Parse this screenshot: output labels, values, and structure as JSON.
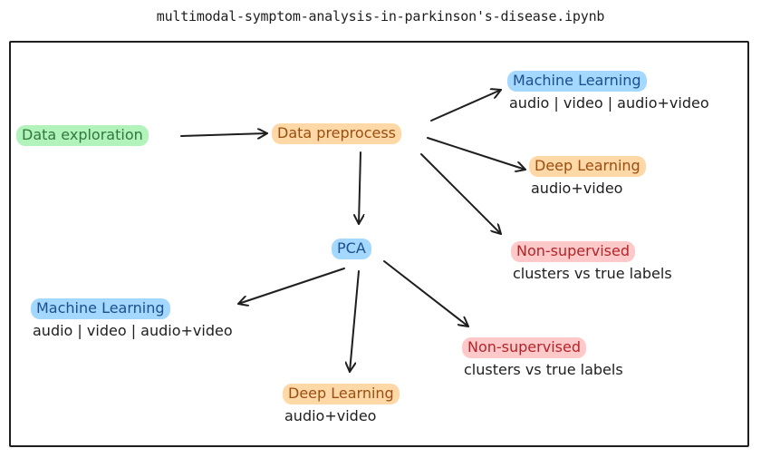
{
  "title": "multimodal-symptom-analysis-in-parkinson's-disease.ipynb",
  "nodes": {
    "data_exploration": {
      "label": "Data exploration"
    },
    "data_preprocess": {
      "label": "Data preprocess"
    },
    "pca": {
      "label": "PCA"
    },
    "ml_top": {
      "label": "Machine Learning",
      "sub": "audio | video | audio+video"
    },
    "dl_top": {
      "label": "Deep Learning",
      "sub": "audio+video"
    },
    "ns_top": {
      "label": "Non-supervised",
      "sub": "clusters vs true labels"
    },
    "ml_bottom": {
      "label": "Machine Learning",
      "sub": "audio | video | audio+video"
    },
    "dl_bottom": {
      "label": "Deep Learning",
      "sub": "audio+video"
    },
    "ns_bottom": {
      "label": "Non-supervised",
      "sub": "clusters vs true labels"
    }
  },
  "colors": {
    "green": "#b2f2bb",
    "orange": "#ffd8a8",
    "blue": "#a5d8ff",
    "red": "#ffc9c9",
    "stroke": "#1e1e1e"
  }
}
